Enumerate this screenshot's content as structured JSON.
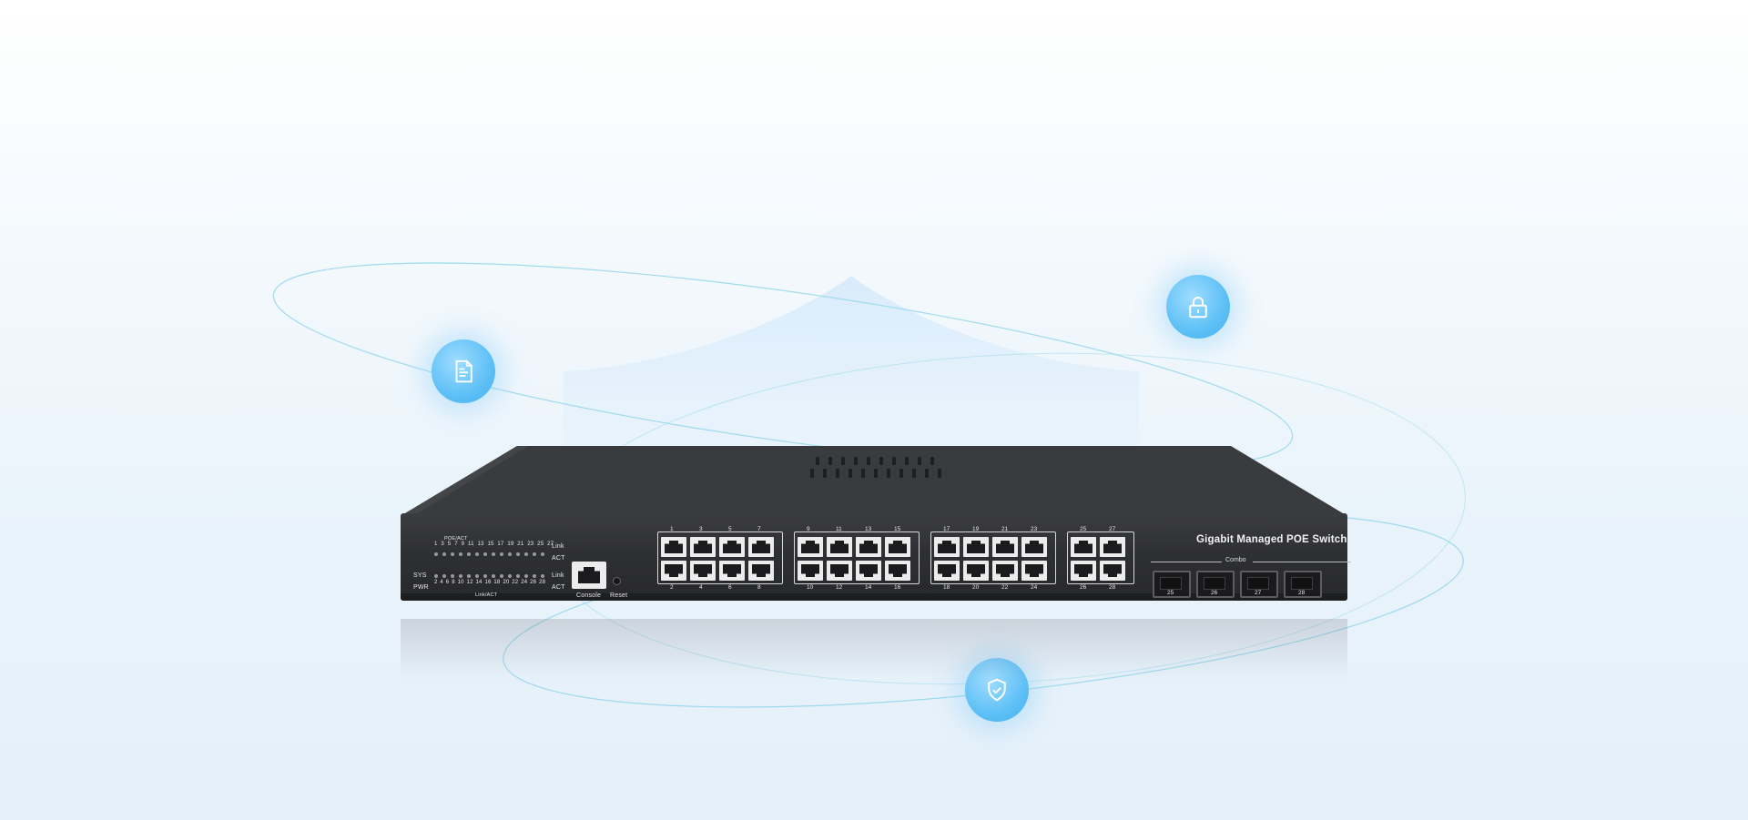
{
  "colors": {
    "background_top": "#ffffff",
    "background_bottom": "#e4f0fa",
    "icon_blue": "#5ec0f6",
    "orbit_line": "#7fd3ea",
    "switch_body": "#2f3034"
  },
  "icons": {
    "document": "document-icon",
    "lock": "lock-icon",
    "shield": "shield-check-icon"
  },
  "switch": {
    "model_label": "Gigabit Managed POE Switch",
    "console_label": "Console",
    "reset_label": "Reset",
    "combo_label": "Combo",
    "led_header_top": "POE/ACT",
    "led_header_bottom": "Link/ACT",
    "sys_label": "SYS",
    "pwr_label": "PWR",
    "link_label": "Link",
    "act_label": "ACT",
    "led_numbers_top": "1 3 5 7 9 11 13 15 17 19 21 23 25 27",
    "led_numbers_bottom": "2 4 6 8 10 12 14 16 18 20 22 24 26 28",
    "block_numbers": [
      {
        "top": [
          "1",
          "3",
          "5",
          "7"
        ],
        "bottom": [
          "2",
          "4",
          "6",
          "8"
        ]
      },
      {
        "top": [
          "9",
          "11",
          "13",
          "15"
        ],
        "bottom": [
          "10",
          "12",
          "14",
          "16"
        ]
      },
      {
        "top": [
          "17",
          "19",
          "21",
          "23"
        ],
        "bottom": [
          "18",
          "20",
          "22",
          "24"
        ]
      },
      {
        "top": [
          "25",
          "27"
        ],
        "bottom": [
          "26",
          "28"
        ]
      }
    ],
    "sfp_numbers": [
      "25",
      "26",
      "27",
      "28"
    ]
  }
}
